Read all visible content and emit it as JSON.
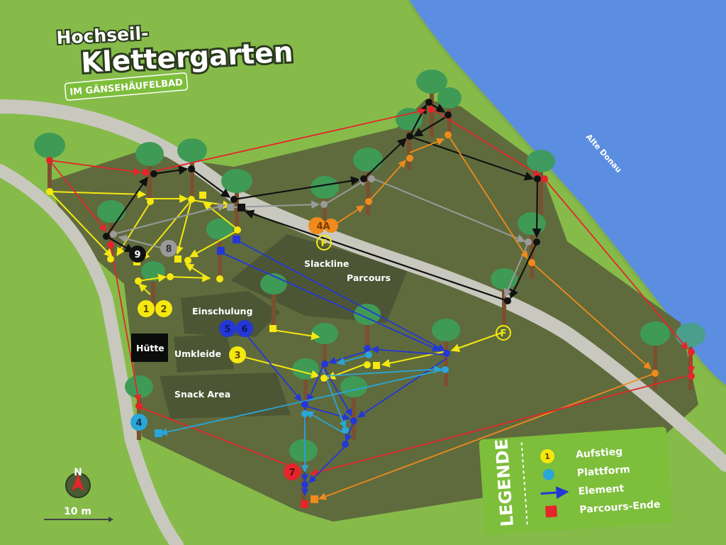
{
  "title": {
    "line1": "Hochseil-",
    "line2": "Klettergarten",
    "subtitle": "IM GÄNSEHÄUFELBAD"
  },
  "labels": {
    "river": "Alte Donau",
    "slackline": "Slackline",
    "parcours": "Parcours",
    "einschulung": "Einschulung",
    "huette": "Hütte",
    "umkleide": "Umkleide",
    "snack_area": "Snack Area",
    "scale": "10 m",
    "north": "N"
  },
  "route_markers": {
    "m1": "1",
    "m2": "2",
    "m3": "3",
    "m4": "4",
    "m5": "5",
    "m6": "6",
    "m7": "7",
    "m8": "8",
    "m9": "9",
    "m4a": "4A",
    "f_top": "F",
    "f_right": "F"
  },
  "legend": {
    "heading": "LEGENDE",
    "sample_number": "1",
    "items": [
      {
        "label": "Aufstieg",
        "symbol": "yellow-circle"
      },
      {
        "label": "Plattform",
        "symbol": "blue-dot"
      },
      {
        "label": "Element",
        "symbol": "blue-arrow"
      },
      {
        "label": "Parcours-Ende",
        "symbol": "red-square"
      }
    ]
  },
  "colors": {
    "grass": "#8fc44f",
    "park_area": "#5f6b3d",
    "zone_dark": "#4d5634",
    "path": "#c9c8bf",
    "water": "#5b8de0",
    "tree_canopy": "#3f9a56",
    "tree_trunk": "#7a5130",
    "legend_bg": "#7dbe3a",
    "route_yellow": "#f5e80f",
    "route_black": "#111111",
    "route_gray": "#9a9a9a",
    "route_orange": "#f08a1c",
    "route_red": "#e4252b",
    "route_blue": "#2437d6",
    "route_cyan": "#2aa6d8"
  }
}
